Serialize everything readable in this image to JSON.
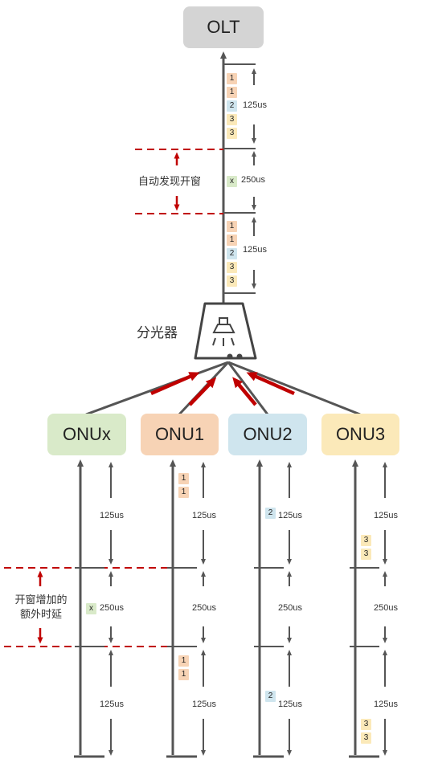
{
  "colors": {
    "onu1": "#f7d3b5",
    "onu2": "#cfe5ee",
    "onu3": "#fbe9b9",
    "onux": "#d9eac9",
    "olt": "#d4d4d4",
    "red": "#c00000",
    "line": "#555555"
  },
  "nodes": {
    "olt": "OLT",
    "onux": "ONUx",
    "onu1": "ONU1",
    "onu2": "ONU2",
    "onu3": "ONU3"
  },
  "splitter": {
    "label": "分光器",
    "icon": "splitter-icon"
  },
  "olt_timeline": {
    "slot1": {
      "badges": [
        "1",
        "1",
        "2",
        "3",
        "3"
      ],
      "duration": "125us"
    },
    "window": {
      "label": "自动发现开窗",
      "badge": "x",
      "duration": "250us"
    },
    "slot2": {
      "badges": [
        "1",
        "1",
        "2",
        "3",
        "3"
      ],
      "duration": "125us"
    }
  },
  "onu_timeline": {
    "window_note_line1": "开窗增加的",
    "window_note_line2": "额外时延",
    "columns": [
      {
        "id": "onux",
        "top_badges": [],
        "window_badge": "x",
        "bottom_badges": [],
        "top_time": "125us",
        "mid_time": "250us",
        "bottom_time": "125us"
      },
      {
        "id": "onu1",
        "top_badges": [
          "1",
          "1"
        ],
        "window_badge": "",
        "bottom_badges": [
          "1",
          "1"
        ],
        "top_time": "125us",
        "mid_time": "250us",
        "bottom_time": "125us"
      },
      {
        "id": "onu2",
        "top_badges": [
          "2"
        ],
        "window_badge": "",
        "bottom_badges": [
          "2"
        ],
        "top_time": "125us",
        "mid_time": "250us",
        "bottom_time": "125us"
      },
      {
        "id": "onu3",
        "top_badges": [
          "3",
          "3"
        ],
        "window_badge": "",
        "bottom_badges": [
          "3",
          "3"
        ],
        "top_time": "125us",
        "mid_time": "250us",
        "bottom_time": "125us"
      }
    ]
  }
}
